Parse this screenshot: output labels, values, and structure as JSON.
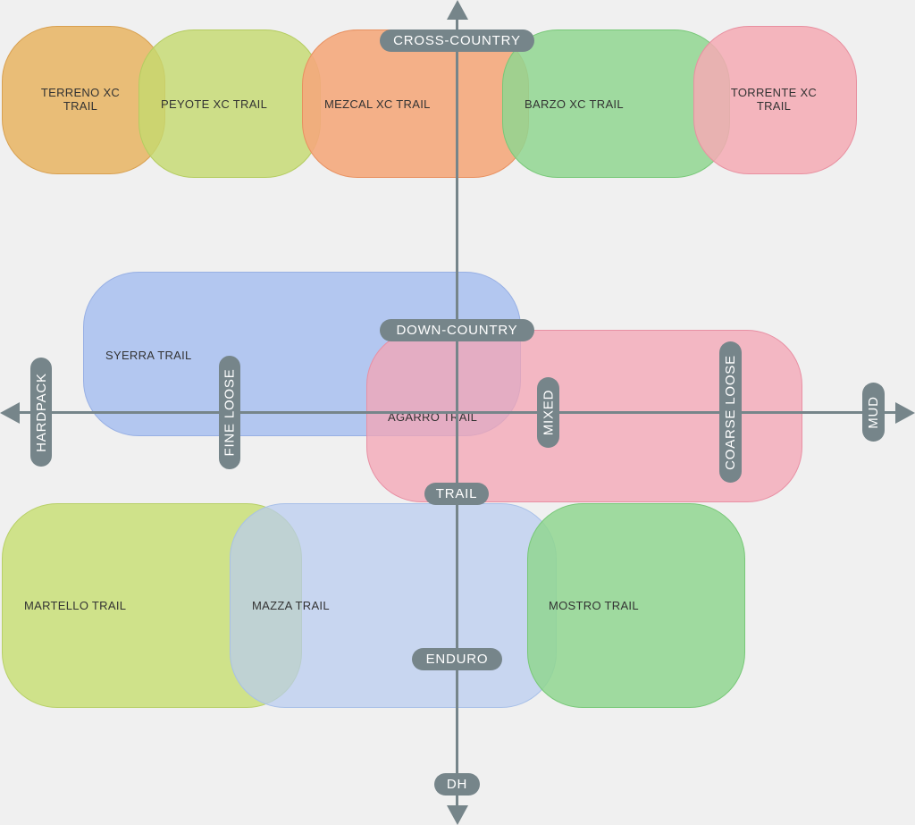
{
  "regions": {
    "terreno": {
      "label": "TERRENO XC TRAIL",
      "fill": "#e8b462",
      "stroke": "#d8a050"
    },
    "peyote": {
      "label": "PEYOTE XC TRAIL",
      "fill": "#c8dc78",
      "stroke": "#b4cc60"
    },
    "mezcal": {
      "label": "MEZCAL XC TRAIL",
      "fill": "#f4a87c",
      "stroke": "#e89060"
    },
    "barzo": {
      "label": "BARZO XC TRAIL",
      "fill": "#98d898",
      "stroke": "#78c878"
    },
    "torrente": {
      "label": "TORRENTE XC TRAIL",
      "fill": "#f4aab4",
      "stroke": "#e890a0"
    },
    "syerra": {
      "label": "SYERRA TRAIL",
      "fill": "#b0c4f0",
      "stroke": "#98b0e4"
    },
    "agarro": {
      "label": "AGARRO TRAIL",
      "fill": "#f4aab8",
      "stroke": "#e890a4"
    },
    "martello": {
      "label": "MARTELLO TRAIL",
      "fill": "#cce084",
      "stroke": "#b8d068"
    },
    "mazza": {
      "label": "MAZZA TRAIL",
      "fill": "#c2d2f0",
      "stroke": "#a8c0e8"
    },
    "mostro": {
      "label": "MOSTRO TRAIL",
      "fill": "#98d898",
      "stroke": "#78c878"
    }
  },
  "axis_color": "#76858a",
  "vertical_axis_labels": {
    "cross_country": "CROSS-COUNTRY",
    "down_country": "DOWN-COUNTRY",
    "trail": "TRAIL",
    "enduro": "ENDURO",
    "dh": "DH"
  },
  "horizontal_axis_labels": {
    "hardpack": "HARDPACK",
    "fine_loose": "FINE LOOSE",
    "mixed": "MIXED",
    "coarse_loose": "COARSE LOOSE",
    "mud": "MUD"
  }
}
